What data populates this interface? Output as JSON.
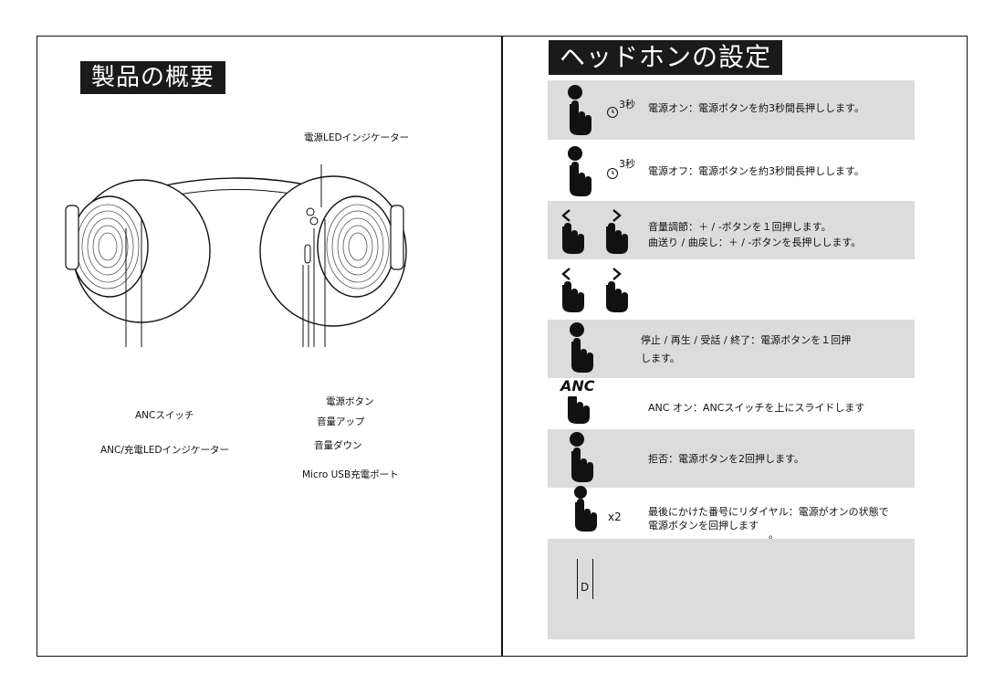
{
  "left": {
    "title": "製品の概要",
    "labels": {
      "power_led": "電源LEDインジケーター",
      "power_button": "電源ボタン",
      "anc_switch": "ANCスイッチ",
      "volume_up": "音量アップ",
      "anc_charge_led": "ANC/充電LEDインジケーター",
      "volume_down": "音量ダウン",
      "usb_port": "Micro USB充電ポート"
    }
  },
  "right": {
    "title": "ヘッドホンの設定",
    "rows": [
      {
        "text": "電源オン：電源ボタンを約3秒間長押しします。",
        "timer": "3秒",
        "shaded": true
      },
      {
        "text": "電源オフ：電源ボタンを約3秒間長押しします。",
        "timer": "3秒",
        "shaded": false
      },
      {
        "line1": "音量調節：＋ / -ボタンを１回押します。",
        "line2": "曲送り / 曲戻し：＋ / -ボタンを長押しします。",
        "shaded": true
      },
      {
        "shaded": false
      },
      {
        "line1": "停止 / 再生 / 受話 / 終了：電源ボタンを１回押",
        "line2": "します。",
        "shaded": true
      },
      {
        "anc_label": "ANC",
        "text": "ANC オン：ANCスイッチを上にスライドします",
        "shaded": false
      },
      {
        "text": "拒否：電源ボタンを2回押します。",
        "shaded": true
      },
      {
        "x2": "x2",
        "line1": "最後にかけた番号にリダイヤル：電源がオンの状態で",
        "line2": "電源ボタンを回押します",
        "dot": "。",
        "shaded": false
      },
      {
        "letter": "D",
        "shaded": true
      }
    ]
  },
  "colors": {
    "ink": "#111111",
    "shade": "#dcdcdc",
    "title_bg": "#1a1a1a"
  }
}
